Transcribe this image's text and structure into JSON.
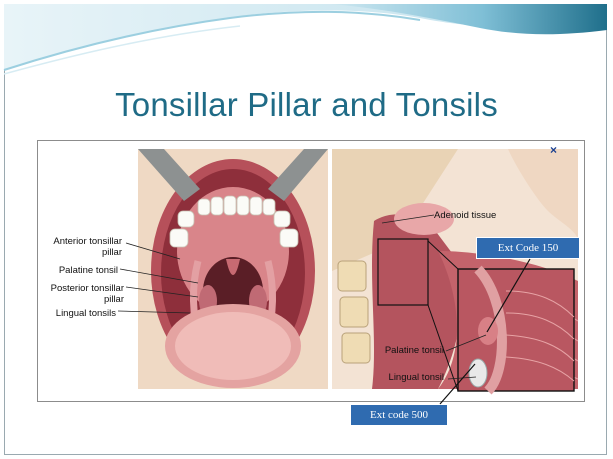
{
  "slide": {
    "title": "Tonsillar Pillar and Tonsils",
    "close_glyph": "×"
  },
  "figure": {
    "left_labels": {
      "anterior_pillar": "Anterior tonsillar pillar",
      "palatine_tonsil": "Palatine tonsil",
      "posterior_pillar": "Posterior tonsillar pillar",
      "lingual_tonsils": "Lingual tonsils"
    },
    "right_labels": {
      "adenoid": "Adenoid tissue",
      "palatine_tonsil": "Palatine tonsil",
      "lingual_tonsil": "Lingual tonsil"
    }
  },
  "callouts": {
    "ext150": "Ext Code 150",
    "ext500": "Ext code 500"
  },
  "colors": {
    "title": "#1f6b86",
    "callout_bg": "#2f6bb0",
    "swoosh_dark": "#1f6f8b",
    "swoosh_light": "#8fc6da",
    "tissue_pink": "#c9606a",
    "tissue_light": "#e6a6a6"
  }
}
